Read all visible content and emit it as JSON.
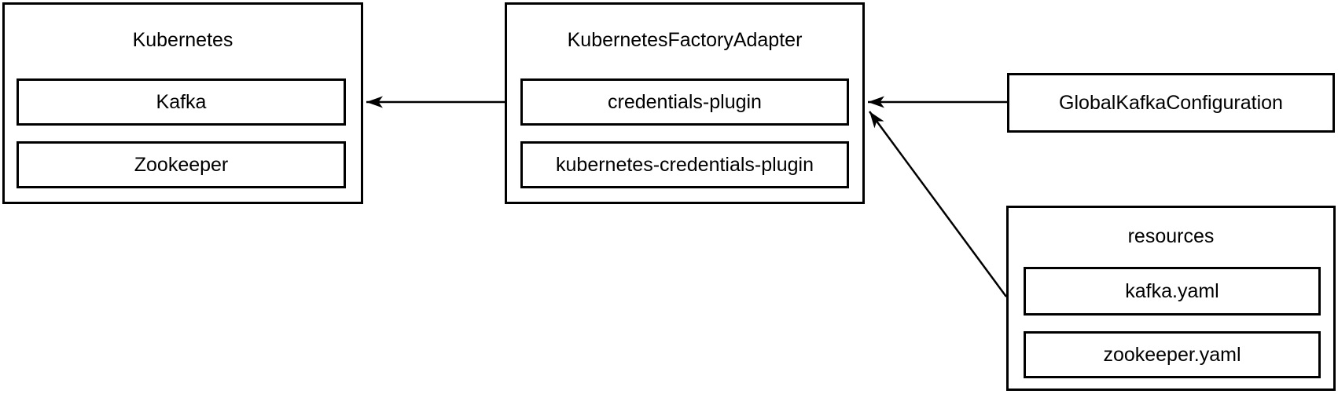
{
  "diagram": {
    "colors": {
      "stroke": "#000000",
      "fill": "#ffffff",
      "text": "#000000",
      "background": "#ffffff"
    },
    "nodes": {
      "kubernetes": {
        "title": "Kubernetes",
        "children": [
          {
            "label": "Kafka"
          },
          {
            "label": "Zookeeper"
          }
        ]
      },
      "factory_adapter": {
        "title": "KubernetesFactoryAdapter",
        "children": [
          {
            "label": "credentials-plugin"
          },
          {
            "label": "kubernetes-credentials-plugin"
          }
        ]
      },
      "global_kafka_configuration": {
        "title": "GlobalKafkaConfiguration"
      },
      "resources": {
        "title": "resources",
        "children": [
          {
            "label": "kafka.yaml"
          },
          {
            "label": "zookeeper.yaml"
          }
        ]
      }
    },
    "edges": [
      {
        "from": "KubernetesFactoryAdapter",
        "to": "Kubernetes",
        "style": "arrow"
      },
      {
        "from": "GlobalKafkaConfiguration",
        "to": "KubernetesFactoryAdapter",
        "style": "arrow"
      },
      {
        "from": "resources",
        "to": "KubernetesFactoryAdapter",
        "style": "arrow"
      }
    ]
  }
}
